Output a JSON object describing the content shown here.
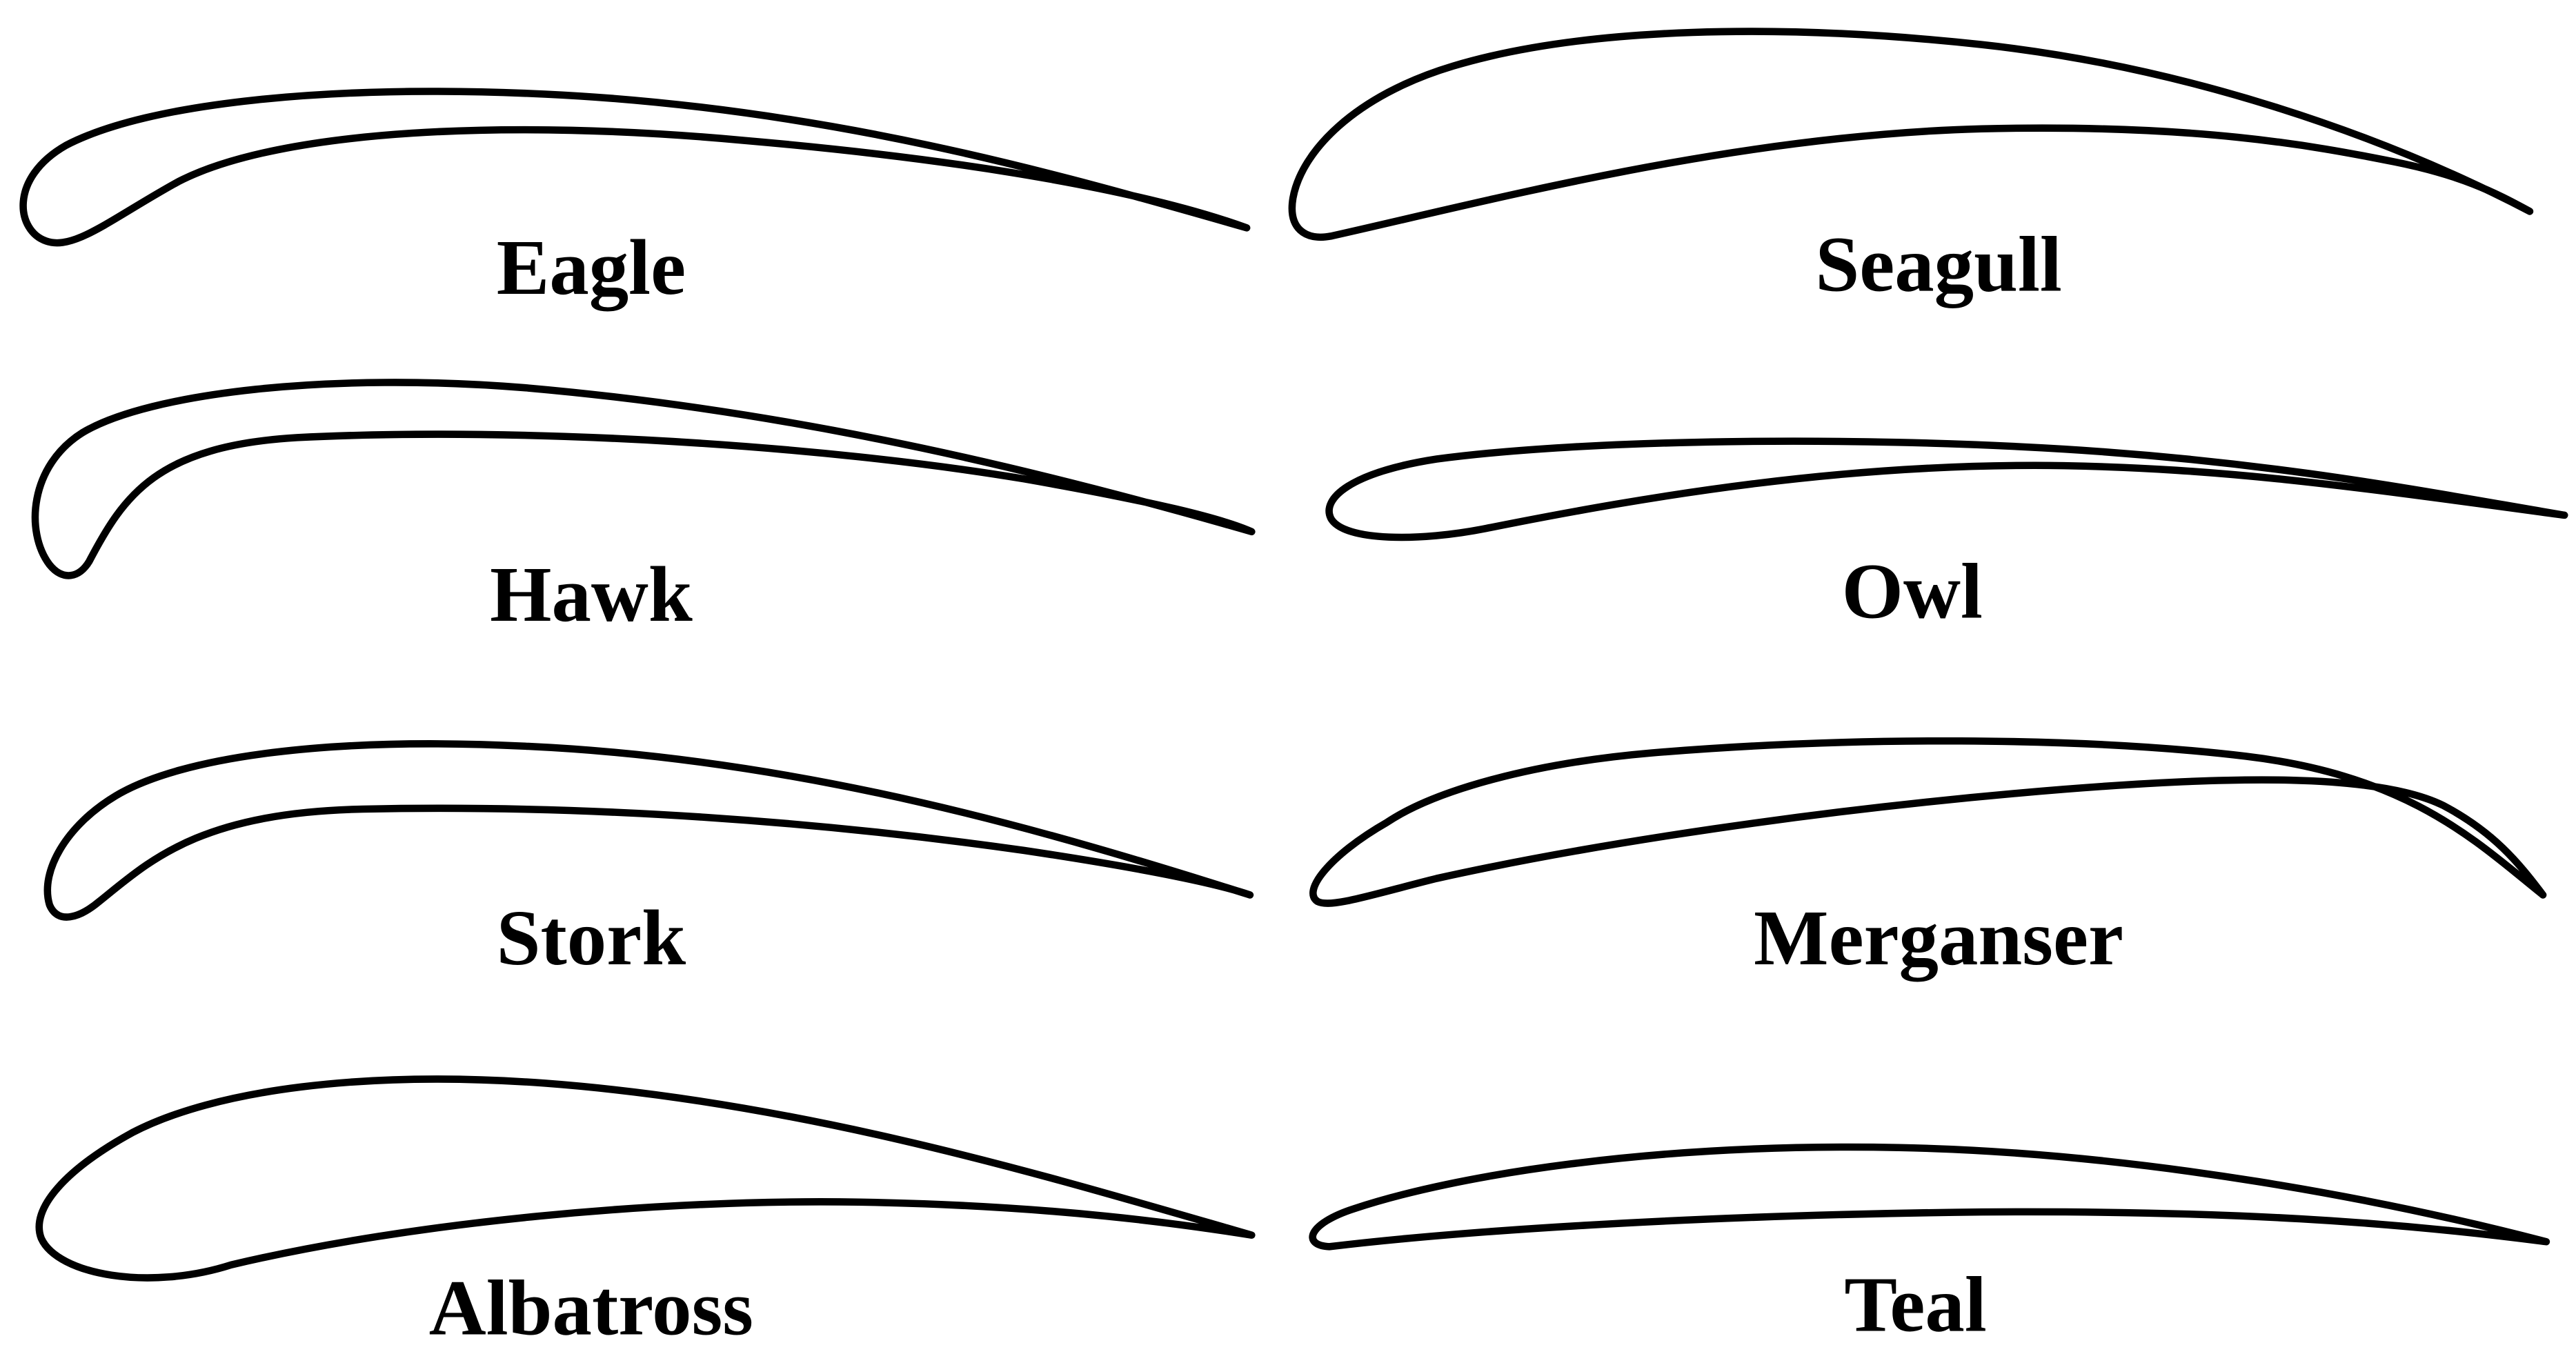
{
  "colors": {
    "background": "#ffffff",
    "outline": "#000000",
    "label": "#000000"
  },
  "airfoils": [
    {
      "label": "Eagle"
    },
    {
      "label": "Seagull"
    },
    {
      "label": "Hawk"
    },
    {
      "label": "Owl"
    },
    {
      "label": "Stork"
    },
    {
      "label": "Merganser"
    },
    {
      "label": "Albatross"
    },
    {
      "label": "Teal"
    }
  ]
}
